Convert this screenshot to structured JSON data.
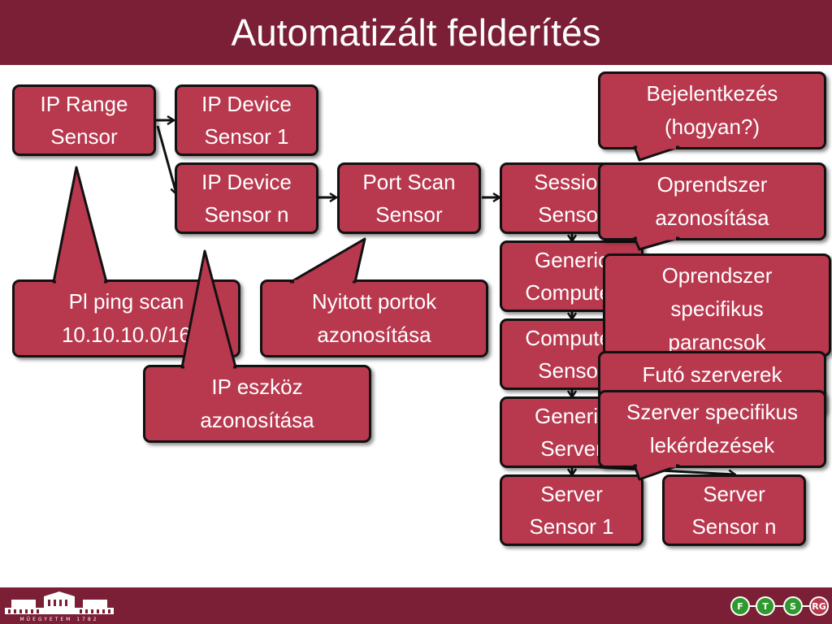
{
  "slide": {
    "title": "Automatizált felderítés"
  },
  "boxes": {
    "ip_range": [
      "IP Range",
      "Sensor"
    ],
    "ip_device_1": [
      "IP Device",
      "Sensor 1"
    ],
    "ip_device_n": [
      "IP Device",
      "Sensor n"
    ],
    "port_scan": [
      "Port Scan",
      "Sensor"
    ],
    "session": [
      "Session",
      "Sensor"
    ],
    "generic_computer": [
      "Generic",
      "Computer"
    ],
    "computer": [
      "Computer",
      "Sensor"
    ],
    "generic_server": [
      "Generic",
      "Server"
    ],
    "server_1": [
      "Server",
      "Sensor 1"
    ],
    "server_n": [
      "Server",
      "Sensor n"
    ]
  },
  "callouts": {
    "ping": [
      "Pl ping scan",
      "10.10.10.0/16"
    ],
    "open_ports": [
      "Nyitott portok",
      "azonosítása"
    ],
    "ip_identify": [
      "IP eszköz",
      "azonosítása"
    ],
    "login": [
      "Bejelentkezés",
      "(hogyan?)"
    ],
    "os_identify": [
      "Oprendszer",
      "azonosítása"
    ],
    "os_commands": [
      "Oprendszer",
      "specifikus",
      "parancsok"
    ],
    "running_servers": [
      "Futó szerverek"
    ],
    "server_queries": [
      "Szerver specifikus",
      "lekérdezések"
    ]
  },
  "footer": {
    "university_logo_text": "MŰEGYETEM 1782",
    "group_logo_letters": [
      "F",
      "T",
      "S",
      "RG"
    ]
  },
  "colors": {
    "header_bg": "#7a1f35",
    "box_fill": "#b8384e",
    "box_border": "#111111",
    "text": "#ffffff"
  }
}
